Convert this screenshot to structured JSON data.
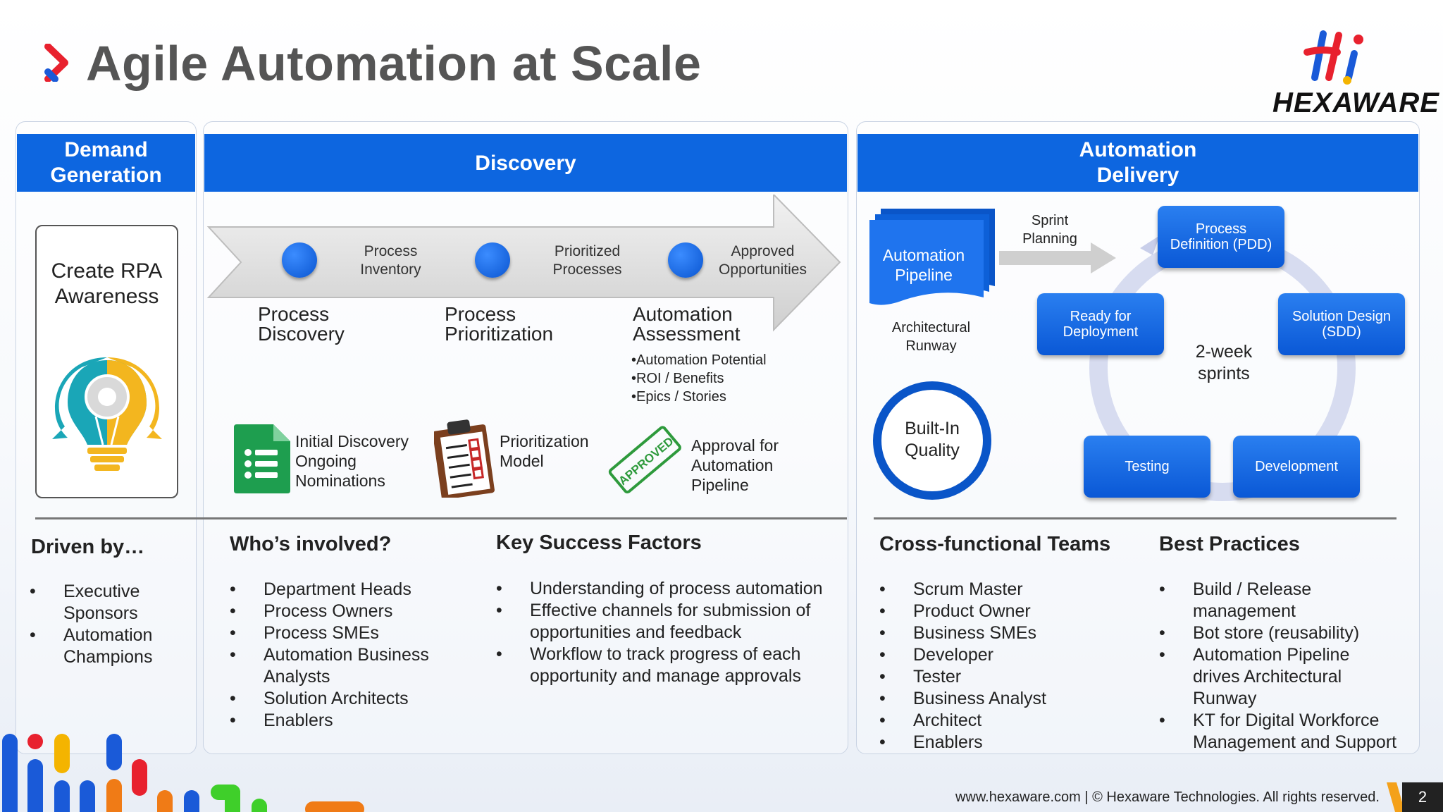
{
  "header": {
    "title": "Agile Automation at Scale",
    "logo_text": "HEXAWARE"
  },
  "columns": {
    "demand": {
      "line1": "Demand",
      "line2": "Generation"
    },
    "discovery": {
      "label": "Discovery"
    },
    "delivery": {
      "line1": "Automation",
      "line2": "Delivery"
    }
  },
  "demand_box": {
    "line1": "Create RPA",
    "line2": "Awareness"
  },
  "discovery_arrow": {
    "labels": [
      {
        "line1": "Process",
        "line2": "Inventory"
      },
      {
        "line1": "Prioritized",
        "line2": "Processes"
      },
      {
        "line1": "Approved",
        "line2": "Opportunities"
      }
    ]
  },
  "stages": [
    {
      "line1": "Process",
      "line2": "Discovery"
    },
    {
      "line1": "Process",
      "line2": "Prioritization"
    },
    {
      "line1": "Automation",
      "line2": "Assessment"
    }
  ],
  "assessment_bullets": [
    "•Automation Potential",
    "•ROI / Benefits",
    "•Epics / Stories"
  ],
  "discovery_icons": [
    {
      "l1": "Initial Discovery",
      "l2": "Ongoing",
      "l3": "Nominations"
    },
    {
      "l1": "Prioritization",
      "l2": "Model"
    },
    {
      "l1": "Approval for",
      "l2": "Automation",
      "l3": "Pipeline",
      "stamp": "APPROVED"
    }
  ],
  "delivery": {
    "pipeline": {
      "line1": "Automation",
      "line2": "Pipeline"
    },
    "sprint_planning": {
      "line1": "Sprint",
      "line2": "Planning"
    },
    "runway": {
      "line1": "Architectural",
      "line2": "Runway"
    },
    "quality": {
      "line1": "Built-In",
      "line2": "Quality"
    },
    "cycle_center": {
      "line1": "2-week",
      "line2": "sprints"
    },
    "cycle": {
      "pdd": {
        "line1": "Process",
        "line2": "Definition (PDD)"
      },
      "sdd": {
        "line1": "Solution Design",
        "line2": "(SDD)"
      },
      "development": "Development",
      "testing": "Testing",
      "ready": {
        "line1": "Ready for",
        "line2": "Deployment"
      }
    }
  },
  "bottom": {
    "driven": {
      "heading": "Driven by…",
      "items": [
        [
          "Executive",
          "Sponsors"
        ],
        [
          "Automation",
          "Champions"
        ]
      ]
    },
    "who": {
      "heading": "Who’s involved?",
      "items": [
        "Department Heads",
        "Process Owners",
        "Process SMEs",
        "Automation Business",
        "Analysts",
        "Solution Architects",
        "Enablers"
      ]
    },
    "ksf": {
      "heading": "Key Success Factors",
      "items": [
        [
          "Understanding of process automation"
        ],
        [
          "Effective channels for submission of",
          "opportunities and feedback"
        ],
        [
          "Workflow to track progress of each",
          "opportunity and manage approvals"
        ]
      ]
    },
    "teams": {
      "heading": "Cross-functional Teams",
      "items": [
        "Scrum Master",
        "Product Owner",
        "Business SMEs",
        "Developer",
        "Tester",
        "Business Analyst",
        "Architect",
        "Enablers"
      ]
    },
    "best": {
      "heading": "Best Practices",
      "items": [
        [
          "Build / Release",
          "management"
        ],
        [
          "Bot store (reusability)"
        ],
        [
          "Automation Pipeline",
          "drives Architectural",
          "Runway"
        ],
        [
          "KT for Digital Workforce",
          "Management and Support"
        ]
      ]
    }
  },
  "footer": {
    "text": "www.hexaware.com  | © Hexaware Technologies. All rights reserved.",
    "page": "2"
  },
  "colors": {
    "band_blue": "#0d66e0",
    "accent_red": "#e8212e",
    "brand_blue": "#1a5ad8"
  }
}
